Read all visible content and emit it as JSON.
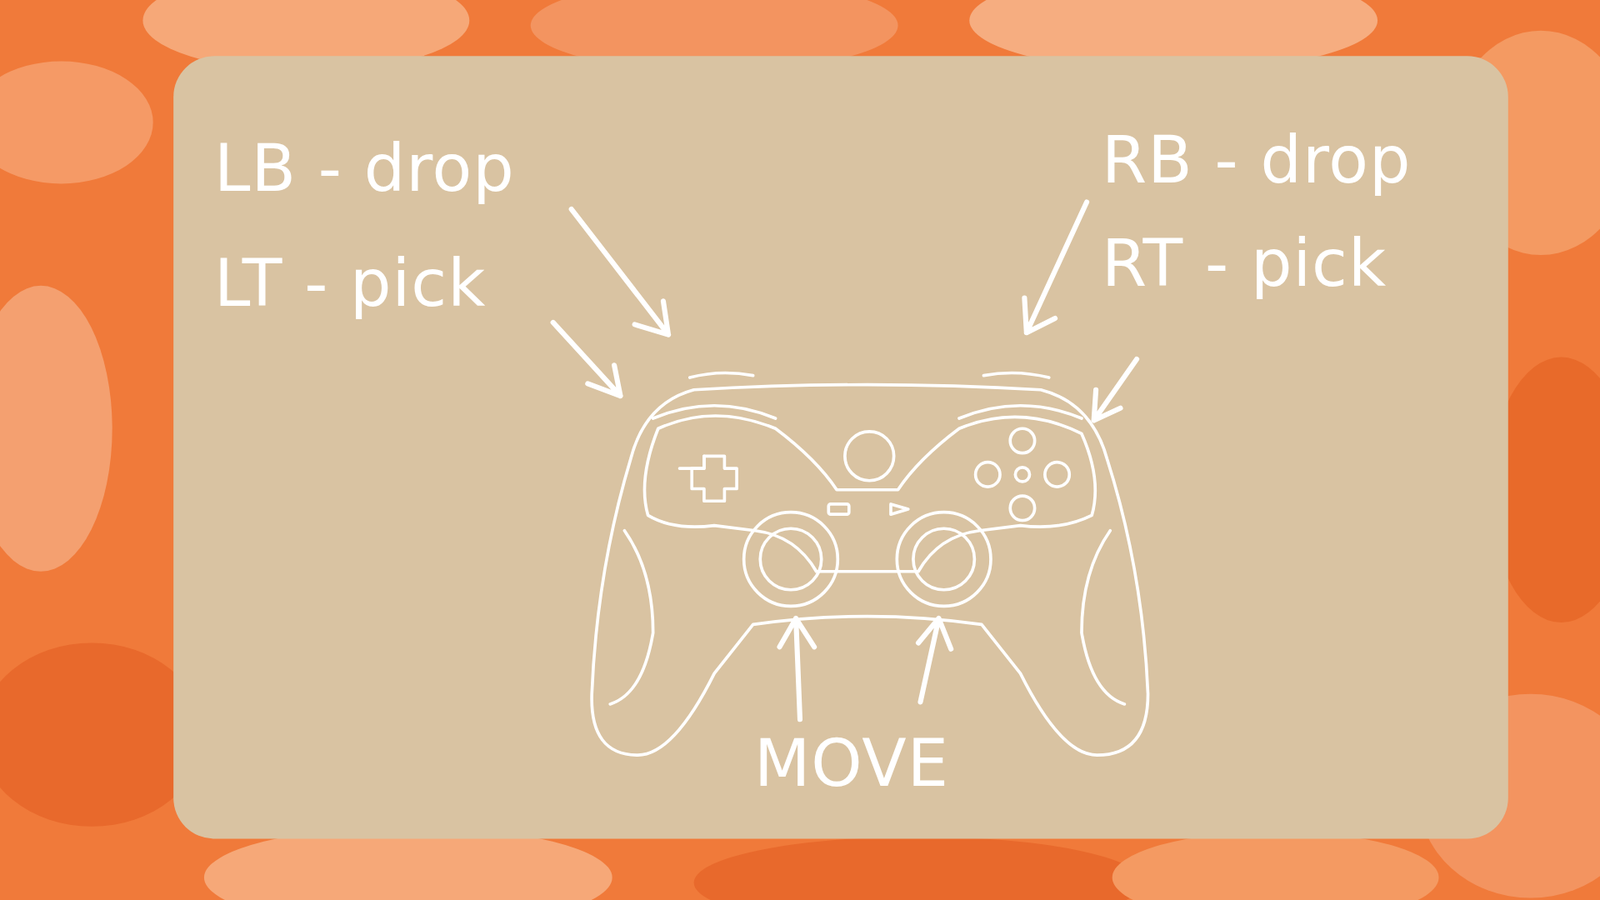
{
  "diagram": {
    "labels": [
      "LB - drop",
      "LT - pick",
      "RB - drop",
      "RT - pick",
      "MOVE"
    ]
  }
}
